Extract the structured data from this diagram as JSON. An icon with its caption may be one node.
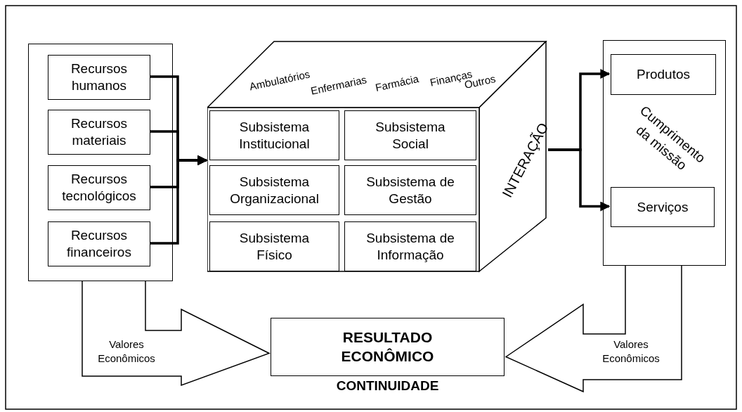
{
  "diagram": {
    "nodes": [
      {
        "text": [],
        "shape": "box"
      },
      {
        "text": [
          "Recursos humanos"
        ],
        "in": 0
      },
      {
        "text": [
          "Recursos materiais"
        ],
        "in": 0
      },
      {
        "text": [
          "Recursos tecnológicos"
        ],
        "in": 0
      },
      {
        "text": [
          "Recursos financeiros"
        ],
        "in": 0
      },
      {
        "text": [
          "Ambulatórios",
          "Enfermarias",
          "Farmácia",
          "Finanças",
          "Outros",
          "INTERAÇÃO"
        ]
      },
      {
        "text": [
          "Subsistema Institucional"
        ],
        "in": 5
      },
      {
        "text": [
          "Subsistema Social"
        ],
        "in": 5
      },
      {
        "text": [
          "Subsistema Organizacional"
        ],
        "in": 5
      },
      {
        "text": [
          "Subsistema de Gestão"
        ],
        "in": 5
      },
      {
        "text": [
          "Subsistema Físico"
        ],
        "in": 5
      },
      {
        "text": [
          "Subsistema de Informação"
        ],
        "in": 5
      },
      {
        "text": [
          "Cumprimento da missão"
        ]
      },
      {
        "text": [
          "Produtos"
        ],
        "in": 12
      },
      {
        "text": [
          "Serviços"
        ],
        "in": 12
      },
      {
        "text": [
          "RESULTADO ECONÔMICO"
        ],
        "beside": [
          "CONTINUIDADE"
        ]
      }
    ],
    "edges": [
      {
        "from": 1,
        "to": 5,
        "arrow": "to"
      },
      {
        "from": 2,
        "to": 5,
        "arrow": "to"
      },
      {
        "from": 3,
        "to": 5,
        "arrow": "to"
      },
      {
        "from": 4,
        "to": 5,
        "arrow": "to"
      },
      {
        "from": 5,
        "to": 13,
        "arrow": "to"
      },
      {
        "from": 5,
        "to": 14,
        "arrow": "to"
      },
      {
        "from": 0,
        "to": 15,
        "arrow": "to",
        "label": "Valores Econômicos",
        "style": "thick"
      },
      {
        "from": 12,
        "to": 15,
        "arrow": "to",
        "label": "Valores Econômicos",
        "style": "thick"
      }
    ]
  }
}
